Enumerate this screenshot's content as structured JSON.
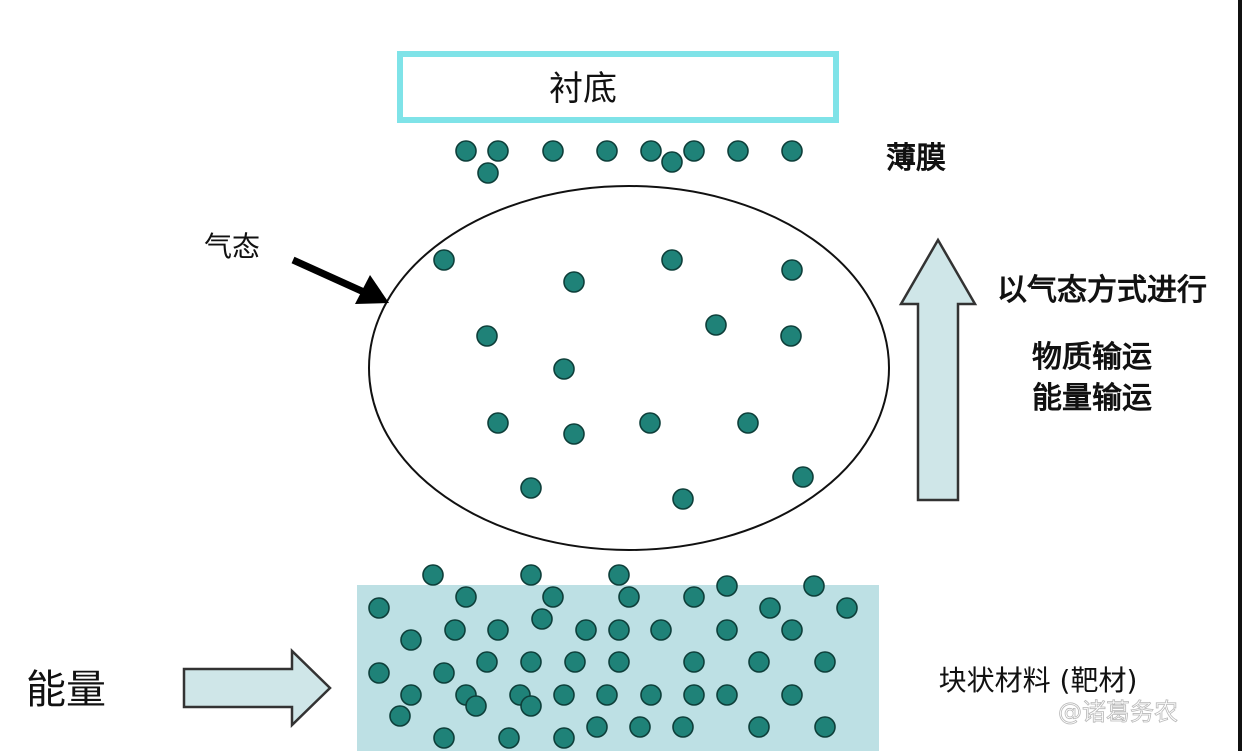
{
  "labels": {
    "substrate": "衬底",
    "thin_film": "薄膜",
    "gas_state": "气态",
    "gas_transport": "以气态方式进行",
    "mass_transport": "物质输运",
    "energy_transport": "能量输运",
    "energy": "能量",
    "target": "块状材料 (靶材)"
  },
  "watermark": "@诸葛务农",
  "colors": {
    "substrate_border": "#7fe3e8",
    "particle": "#1f8278",
    "target_fill": "#bde0e4",
    "arrow_fill": "#cfe6e8",
    "arrow_stroke": "#333333"
  }
}
